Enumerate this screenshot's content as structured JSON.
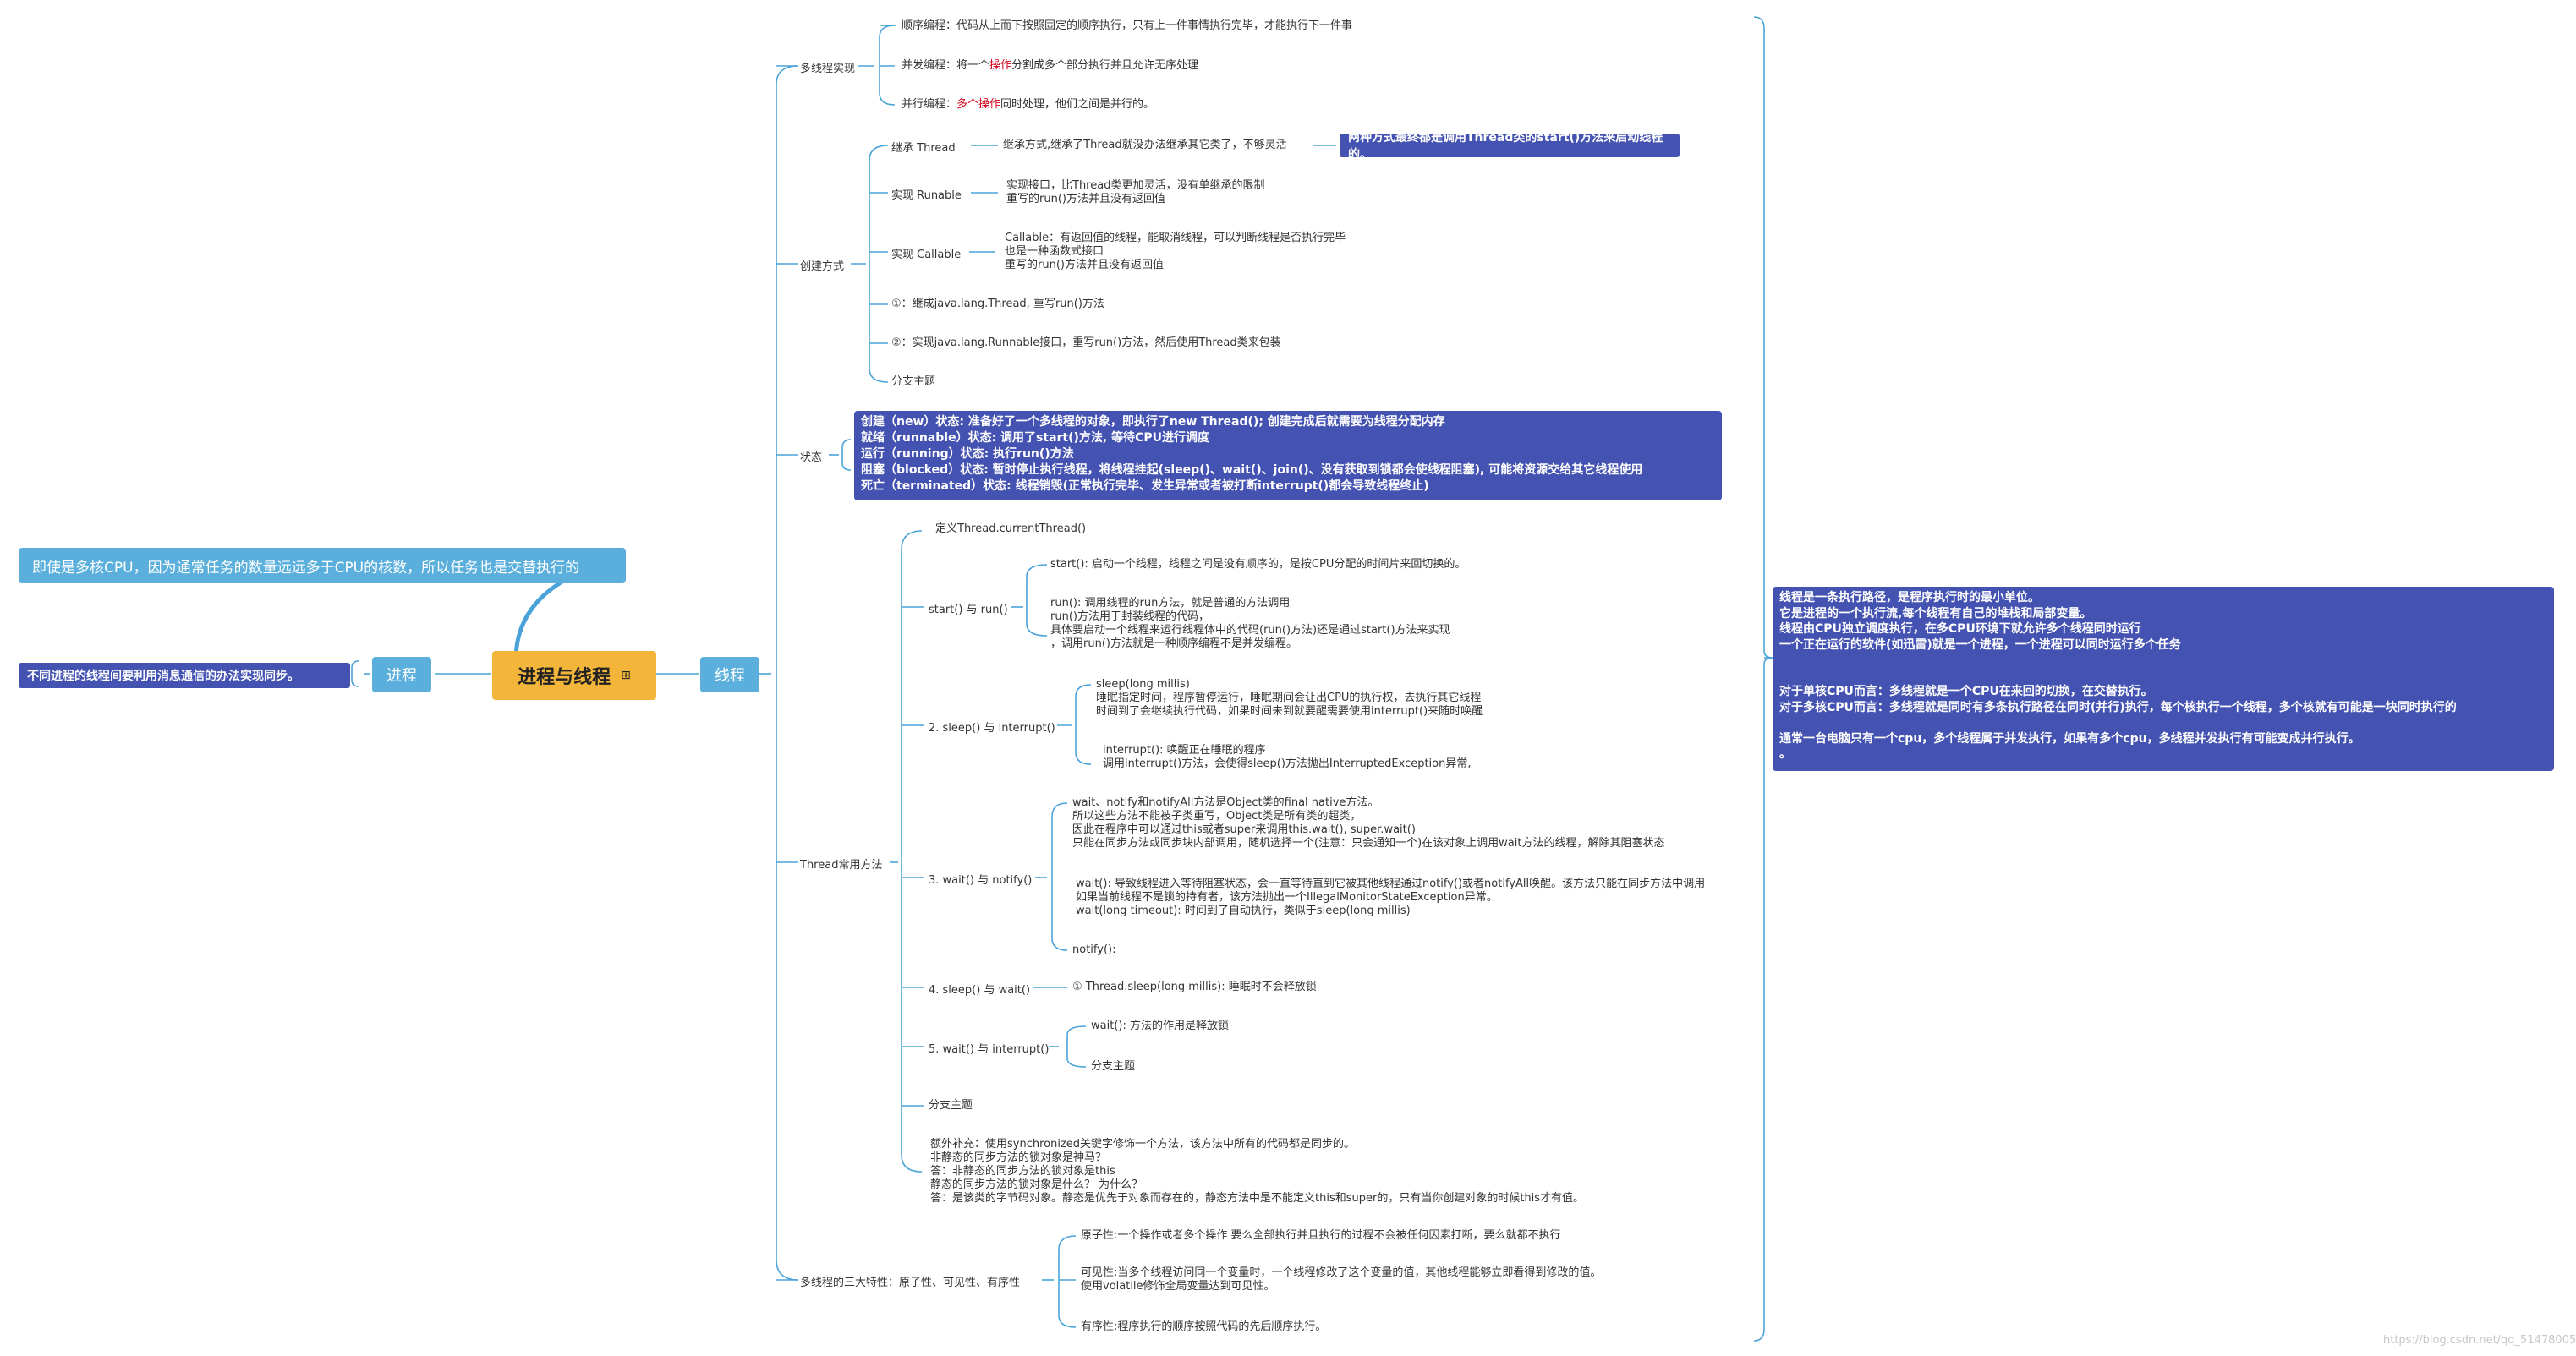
{
  "mindmap": {
    "center": "进程与线程",
    "collapse_icon": "⊞",
    "thread": "线程",
    "process": "进程",
    "note_top": "即使是多核CPU，因为通常任务的数量远远多于CPU的核数，所以任务也是交替执行的",
    "note_process": "不同进程的线程间要利用消息通信的办法实现同步。",
    "thread_summary": "线程是一条执行路径，是程序执行时的最小单位。\n它是进程的一个执行流,每个线程有自己的堆栈和局部变量。\n线程由CPU独立调度执行，在多CPU环境下就允许多个线程同时运行\n一个正在运行的软件(如迅雷)就是一个进程，一个进程可以同时运行多个任务\n\n\n对于单核CPU而言：多线程就是一个CPU在来回的切换，在交替执行。\n对于多核CPU而言：多线程就是同时有多条执行路径在同时(并行)执行，每个核执行一个线程，多个核就有可能是一块同时执行的\n\n通常一台电脑只有一个cpu，多个线程属于并发执行，如果有多个cpu，多线程并发执行有可能变成并行执行。\n。",
    "b1": {
      "label": "多线程实现",
      "seq": "顺序编程：代码从上而下按照固定的顺序执行，只有上一件事情执行完毕，才能执行下一件事",
      "conc_a": "并发编程：将一个",
      "conc_b": "操作",
      "conc_c": "分割成多个部分执行并且允许无序处理",
      "par_a": "并行编程：",
      "par_b": "多个操作",
      "par_c": "同时处理，他们之间是并行的。"
    },
    "b2": {
      "label": "创建方式",
      "thread": "继承 Thread",
      "thread_desc": "继承方式,继承了Thread就没办法继承其它类了，不够灵活",
      "tip": "两种方式最终都是调用Thread类的start()方法来启动线程的。",
      "runnable": "实现 Runable",
      "runnable_desc": "实现接口，比Thread类更加灵活，没有单继承的限制\n重写的run()方法并且没有返回值",
      "callable": "实现 Callable",
      "callable_desc": "Callable：有返回值的线程，能取消线程，可以判断线程是否执行完毕\n也是一种函数式接口\n重写的run()方法并且没有返回值",
      "item1": "①：继成java.lang.Thread, 重写run()方法",
      "item2": "②：实现java.lang.Runnable接口，重写run()方法，然后使用Thread类来包装",
      "sub": "分支主题"
    },
    "b3": {
      "label": "状态",
      "states": "创建（new）状态: 准备好了一个多线程的对象，即执行了new Thread(); 创建完成后就需要为线程分配内存\n就绪（runnable）状态: 调用了start()方法, 等待CPU进行调度\n运行（running）状态: 执行run()方法\n阻塞（blocked）状态: 暂时停止执行线程，将线程挂起(sleep()、wait()、join()、没有获取到锁都会使线程阻塞), 可能将资源交给其它线程使用\n死亡（terminated）状态: 线程销毁(正常执行完毕、发生异常或者被打断interrupt()都会导致线程终止)"
    },
    "b4": {
      "label": "Thread常用方法",
      "def": "定义Thread.currentThread()",
      "sr": "start() 与 run()",
      "sr_start": "start(): 启动一个线程，线程之间是没有顺序的，是按CPU分配的时间片来回切换的。",
      "sr_run": "run(): 调用线程的run方法，就是普通的方法调用\nrun()方法用于封装线程的代码，\n具体要启动一个线程来运行线程体中的代码(run()方法)还是通过start()方法来实现\n，调用run()方法就是一种顺序编程不是并发编程。",
      "si": "2. sleep() 与 interrupt()",
      "si_sleep": "sleep(long millis)\n睡眠指定时间，程序暂停运行，睡眠期间会让出CPU的执行权，去执行其它线程\n时间到了会继续执行代码，如果时间未到就要醒需要使用interrupt()来随时唤醒",
      "si_int": "interrupt(): 唤醒正在睡眠的程序\n调用interrupt()方法，会使得sleep()方法抛出InterruptedException异常,",
      "wn": "3. wait() 与 notify()",
      "wn_1": "wait、notify和notifyAll方法是Object类的final native方法。\n所以这些方法不能被子类重写，Object类是所有类的超类，\n因此在程序中可以通过this或者super来调用this.wait(), super.wait()\n只能在同步方法或同步块内部调用，随机选择一个(注意：只会通知一个)在该对象上调用wait方法的线程，解除其阻塞状态",
      "wn_2": "wait(): 导致线程进入等待阻塞状态，会一直等待直到它被其他线程通过notify()或者notifyAll唤醒。该方法只能在同步方法中调用\n如果当前线程不是锁的持有者，该方法抛出一个IllegalMonitorStateException异常。\nwait(long timeout): 时间到了自动执行，类似于sleep(long millis)",
      "wn_3": "notify():",
      "sw": "4. sleep() 与 wait()",
      "sw_1": "① Thread.sleep(long millis): 睡眠时不会释放锁",
      "wi": "5. wait() 与 interrupt()",
      "wi_1": "wait(): 方法的作用是释放锁",
      "wi_2": "分支主题",
      "sub": "分支主题",
      "extra": "额外补充：使用synchronized关键字修饰一个方法，该方法中所有的代码都是同步的。\n非静态的同步方法的锁对象是神马？\n答：非静态的同步方法的锁对象是this\n静态的同步方法的锁对象是什么？ 为什么？\n答：是该类的字节码对象。静态是优先于对象而存在的，静态方法中是不能定义this和super的，只有当你创建对象的时候this才有值。"
    },
    "b5": {
      "label": "多线程的三大特性：原子性、可见性、有序性",
      "atom": "原子性:一个操作或者多个操作 要么全部执行并且执行的过程不会被任何因素打断，要么就都不执行",
      "vis": "可见性:当多个线程访问同一个变量时，一个线程修改了这个变量的值，其他线程能够立即看得到修改的值。\n使用volatile修饰全局变量达到可见性。",
      "order": "有序性:程序执行的顺序按照代码的先后顺序执行。"
    },
    "watermark": "https://blog.csdn.net/qq_51478005"
  },
  "colors": {
    "center": "#f3b63b",
    "topic": "#5aafdc",
    "dark_box": "#4452b2",
    "line": "#4aa3d8",
    "accent_text": "#d0021b"
  },
  "icons": {
    "collapse": "plus-square-icon"
  }
}
